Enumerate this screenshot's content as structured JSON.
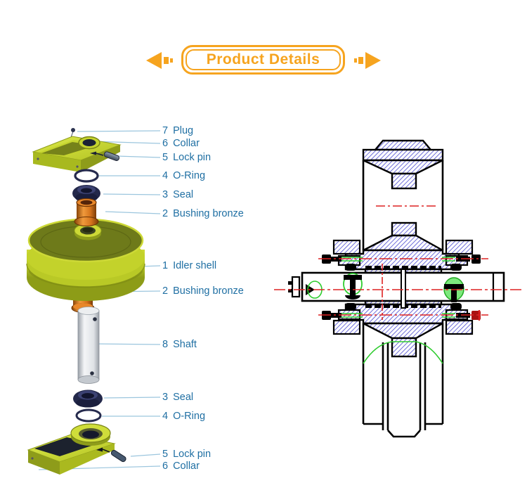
{
  "banner": {
    "title": "Product Details"
  },
  "colors": {
    "accent_orange": "#F6A41F",
    "label_blue": "#1F6FA3",
    "leader_blue": "#9CC6DE",
    "idler_green": "#BFCF29",
    "bushing_copper": "#D4731C",
    "seal_navy": "#23284A",
    "shaft_silver": "#E8EAEC",
    "hatch_blue": "#4A4AD0",
    "centerline_red": "#DD2222",
    "detail_green": "#2ECC2E"
  },
  "parts": {
    "items": [
      {
        "num": "7",
        "name": "Plug"
      },
      {
        "num": "6",
        "name": "Collar"
      },
      {
        "num": "5",
        "name": "Lock pin"
      },
      {
        "num": "4",
        "name": "O-Ring"
      },
      {
        "num": "3",
        "name": "Seal"
      },
      {
        "num": "2",
        "name": "Bushing bronze"
      },
      {
        "num": "1",
        "name": "Idler shell"
      },
      {
        "num": "2",
        "name": "Bushing bronze"
      },
      {
        "num": "8",
        "name": "Shaft"
      },
      {
        "num": "3",
        "name": "Seal"
      },
      {
        "num": "4",
        "name": "O-Ring"
      },
      {
        "num": "5",
        "name": "Lock pin"
      },
      {
        "num": "6",
        "name": "Collar"
      }
    ]
  }
}
